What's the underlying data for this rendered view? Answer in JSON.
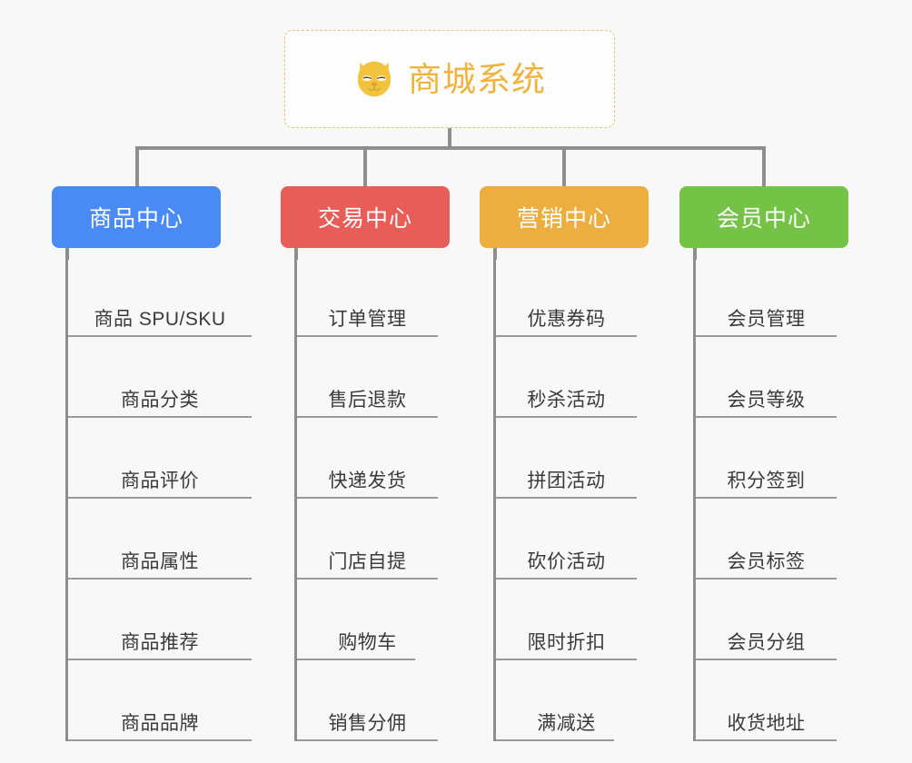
{
  "root": {
    "title": "商城系统",
    "icon": "dog-face-icon",
    "border_color": "#e8c170",
    "text_color": "#f2b33d"
  },
  "background_color": "#f8f8f8",
  "connector_color": "#8e8e8e",
  "columns": [
    {
      "label": "商品中心",
      "color": "#4a8af4",
      "items": [
        "商品 SPU/SKU",
        "商品分类",
        "商品评价",
        "商品属性",
        "商品推荐",
        "商品品牌"
      ]
    },
    {
      "label": "交易中心",
      "color": "#e85d57",
      "items": [
        "订单管理",
        "售后退款",
        "快递发货",
        "门店自提",
        "购物车",
        "销售分佣"
      ]
    },
    {
      "label": "营销中心",
      "color": "#edae40",
      "items": [
        "优惠券码",
        "秒杀活动",
        "拼团活动",
        "砍价活动",
        "限时折扣",
        "满减送"
      ]
    },
    {
      "label": "会员中心",
      "color": "#74c346",
      "items": [
        "会员管理",
        "会员等级",
        "积分签到",
        "会员标签",
        "会员分组",
        "收货地址"
      ]
    }
  ]
}
